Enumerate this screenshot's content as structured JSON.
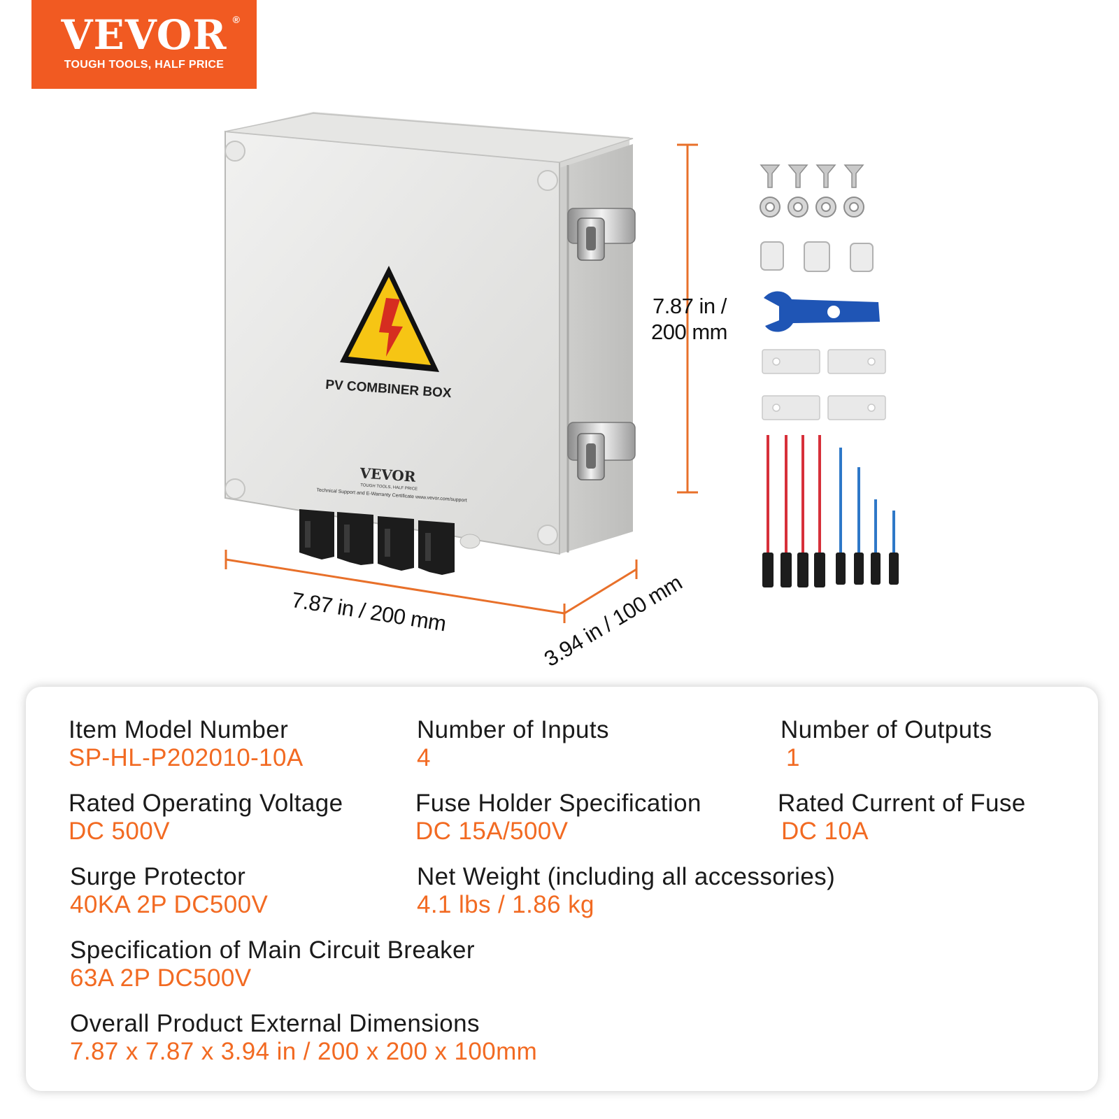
{
  "brand": {
    "name": "VEVOR",
    "registered": "®",
    "tagline": "TOUGH TOOLS, HALF PRICE",
    "color": "#f15a22"
  },
  "product": {
    "label": "PV COMBINER BOX",
    "box_brand": "VEVOR",
    "box_brand_reg": "®",
    "box_tagline": "TOUGH TOOLS, HALF PRICE",
    "support_text": "Technical Support and E-Warranty Certificate www.vevor.com/support"
  },
  "dimensions": {
    "height_line1": "7.87 in /",
    "height_line2": "200 mm",
    "width": "7.87 in / 200 mm",
    "depth": "3.94 in / 100 mm"
  },
  "accessories": {
    "screws": 4,
    "washers": 4,
    "cable_glands": 3,
    "wrench_color": "#1f55b5",
    "brackets": 4,
    "red_cables": 4,
    "blue_cables": 4
  },
  "specs": [
    {
      "label": "Item Model Number",
      "value": "SP-HL-P202010-10A"
    },
    {
      "label": "Number of Inputs",
      "value": "4"
    },
    {
      "label": "Number of Outputs",
      "value": "1"
    },
    {
      "label": "Rated Operating Voltage",
      "value": "DC 500V"
    },
    {
      "label": "Fuse Holder Specification",
      "value": "DC 15A/500V"
    },
    {
      "label": "Rated Current of Fuse",
      "value": "DC 10A"
    },
    {
      "label": "Surge Protector",
      "value": "40KA 2P DC500V"
    },
    {
      "label": "Net Weight (including all accessories)",
      "value": "4.1 lbs / 1.86 kg"
    },
    {
      "label": "Specification of Main Circuit Breaker",
      "value": "63A 2P DC500V"
    },
    {
      "label": "Overall Product External Dimensions",
      "value": "7.87 x 7.87 x 3.94 in / 200 x 200 x 100mm"
    }
  ],
  "colors": {
    "accent": "#f26a22",
    "dimension_line": "#e8702a"
  }
}
